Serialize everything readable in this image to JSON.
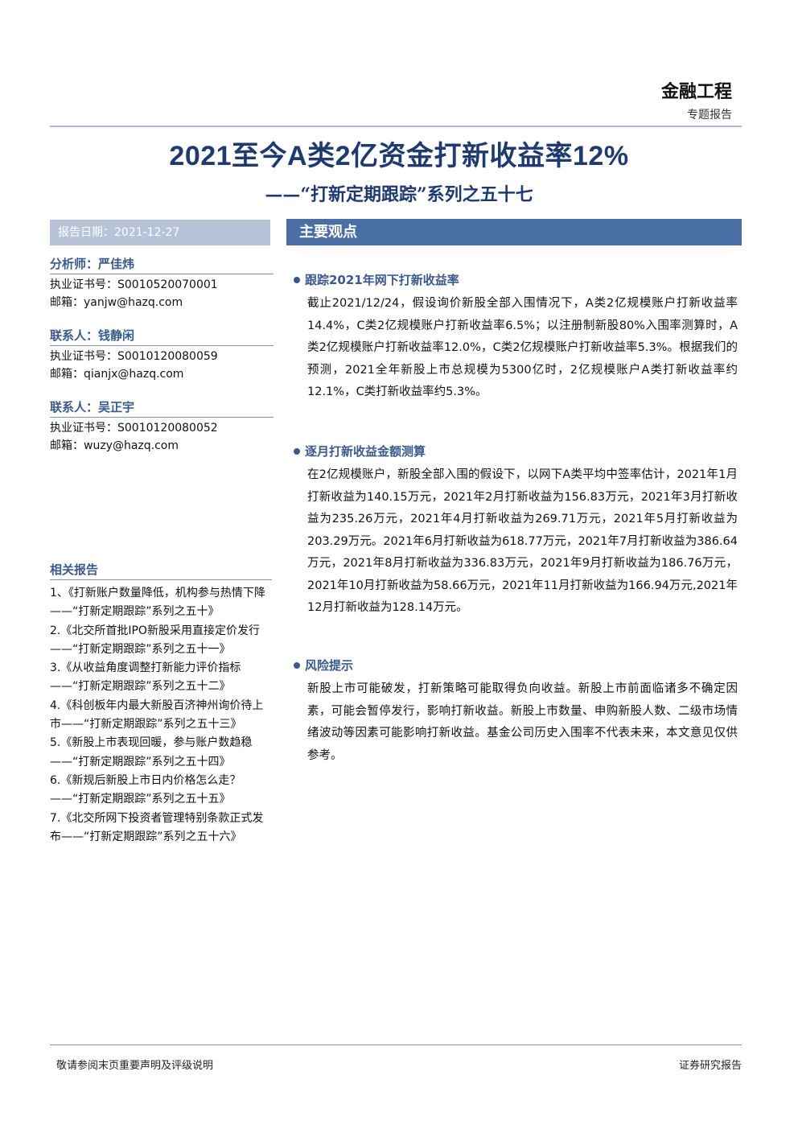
{
  "header": {
    "category": "金融工程",
    "subcategory": "专题报告"
  },
  "title": {
    "main": "2021至今A类2亿资金打新收益率12%",
    "sub": "——“打新定期跟踪”系列之五十七"
  },
  "report_date": "报告日期：2021-12-27",
  "contacts": [
    {
      "role": "分析师：严佳炜",
      "cert": "执业证书号：S0010520070001",
      "email": "邮箱：yanjw@hazq.com"
    },
    {
      "role": "联系人：钱静闲",
      "cert": "执业证书号：S0010120080059",
      "email": "邮箱：qianjx@hazq.com"
    },
    {
      "role": "联系人：吴正宇",
      "cert": "执业证书号：S0010120080052",
      "email": "邮箱：wuzy@hazq.com"
    }
  ],
  "related": {
    "title": "相关报告",
    "items": [
      "1、《打新账户数量降低，机构参与热情下降——“打新定期跟踪”系列之五十》",
      "2.《北交所首批IPO新股采用直接定价发行——“打新定期跟踪”系列之五十一》",
      "3.《从收益角度调整打新能力评价指标——“打新定期跟踪”系列之五十二》",
      "4.《科创板年内最大新股百济神州询价待上市——“打新定期跟踪”系列之五十三》",
      "5.《新股上市表现回暖，参与账户数趋稳——“打新定期跟踪”系列之五十四》",
      "6.《新规后新股上市日内价格怎么走？——“打新定期跟踪”系列之五十五》",
      "7.《北交所网下投资者管理特别条款正式发布——“打新定期跟踪”系列之五十六》"
    ]
  },
  "main": {
    "heading": "主要观点",
    "sections": [
      {
        "heading": "跟踪2021年网下打新收益率",
        "body": "截止2021/12/24，假设询价新股全部入围情况下，A类2亿规模账户打新收益率14.4%，C类2亿规模账户打新收益率6.5%；以注册制新股80%入围率测算时，A类2亿规模账户打新收益率12.0%，C类2亿规模账户打新收益率5.3%。根据我们的预测，2021全年新股上市总规模为5300亿时，2亿规模账户A类打新收益率约12.1%，C类打新收益率约5.3%。"
      },
      {
        "heading": "逐月打新收益金额测算",
        "body": "在2亿规模账户，新股全部入围的假设下，以网下A类平均中签率估计，2021年1月打新收益为140.15万元，2021年2月打新收益为156.83万元，2021年3月打新收益为235.26万元，2021年4月打新收益为269.71万元，2021年5月打新收益为203.29万元。2021年6月打新收益为618.77万元，2021年7月打新收益为386.64万元，2021年8月打新收益为336.83万元，2021年9月打新收益为186.76万元，2021年10月打新收益为58.66万元，2021年11月打新收益为166.94万元,2021年12月打新收益为128.14万元。"
      },
      {
        "heading": "风险提示",
        "body": "新股上市可能破发，打新策略可能取得负向收益。新股上市前面临诸多不确定因素，可能会暂停发行，影响打新收益。新股上市数量、申购新股人数、二级市场情绪波动等因素可能影响打新收益。基金公司历史入围率不代表未来，本文意见仅供参考。"
      }
    ]
  },
  "footer": {
    "left": "敬请参阅末页重要声明及评级说明",
    "right": "证券研究报告"
  }
}
